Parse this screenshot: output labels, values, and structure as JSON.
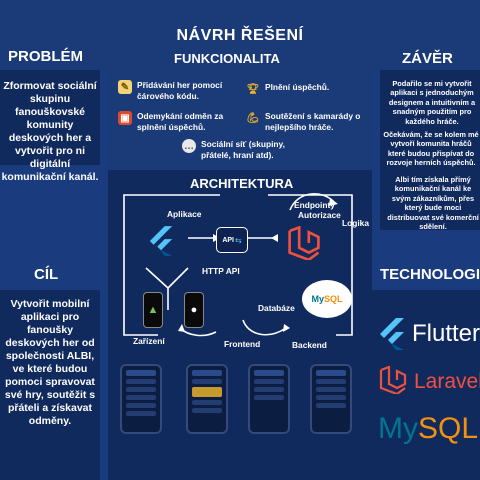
{
  "title": "NÁVRH ŘEŠENÍ",
  "problem": {
    "heading": "PROBLÉM",
    "text": "Zformovat sociální skupinu fanouškovské komunity deskových her a vytvořit pro ni digitální komunikační kanál."
  },
  "cil": {
    "heading": "CÍL",
    "text": "Vytvořit mobilní aplikaci pro fanoušky deskových her od společnosti ALBI, ve které budou pomoci spravovat své hry, soutěžit s přáteli a získavat odměny."
  },
  "funkcionalita": {
    "heading": "FUNKCIONALITA",
    "items": [
      {
        "icon": "pencil-icon",
        "text": "Přidávání her pomocí čárového kódu."
      },
      {
        "icon": "trophy-icon",
        "text": "Plnění úspěchů."
      },
      {
        "icon": "gift-icon",
        "text": "Odemykání odměn za splnění úspěchů."
      },
      {
        "icon": "muscle-icon",
        "text": "Soutěžení s kamarády o nejlepšího hráče."
      },
      {
        "icon": "chat-icon",
        "text": "Sociální síť (skupiny, přátelé, hraní atd)."
      }
    ]
  },
  "zaver": {
    "heading": "ZÁVĚR",
    "paragraphs": [
      "Podařilo se mi vytvořit aplikaci s jednoduchým designem a intuitivním a snadným použitím pro každého hráče.",
      "Očekávám, že se kolem mé vytvoří komunita hráčů které budou přispívat do rozvoje herních úspěchů.",
      "Albi tím získala přímý komunikační kanál ke svým zákazníkům, přes který bude moci distribuovat své komerční sdělení."
    ]
  },
  "architektura": {
    "heading": "ARCHITEKTURA",
    "labels": {
      "aplikace": "Aplikace",
      "http_api": "HTTP API",
      "endpointy": "Endpointy",
      "autorizace": "Autorizace",
      "logika": "Logika",
      "databaze": "Databáze",
      "zarizeni": "Zařízení",
      "frontend": "Frontend",
      "backend": "Backend",
      "api_badge": "API"
    }
  },
  "technologie": {
    "heading": "TECHNOLOGIE",
    "logos": [
      "Flutter",
      "Laravel",
      "MySQL"
    ]
  },
  "colors": {
    "background": "#1b3a78",
    "panel": "#112a5e",
    "flutter_blue": "#54c5f8",
    "laravel_red": "#f0513f",
    "mysql_blue": "#00758f",
    "mysql_orange": "#f29111"
  }
}
